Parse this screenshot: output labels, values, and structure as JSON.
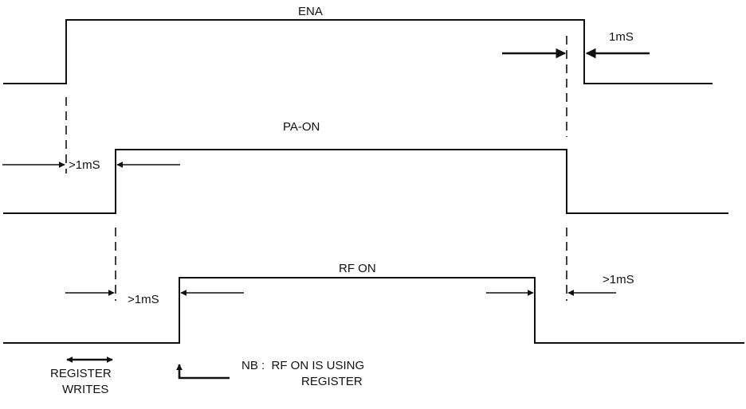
{
  "signals": {
    "ena": "ENA",
    "pa_on": "PA-ON",
    "rf_on": "RF ON"
  },
  "timing": {
    "ena_fall": "1mS",
    "pa_on_rise": ">1mS",
    "rf_on_rise": ">1mS",
    "rf_on_fall": ">1mS"
  },
  "annotations": {
    "register_writes_line1": "REGISTER",
    "register_writes_line2": "WRITES",
    "nb_line1": "NB :  RF ON IS USING",
    "nb_line2": "REGISTER"
  }
}
